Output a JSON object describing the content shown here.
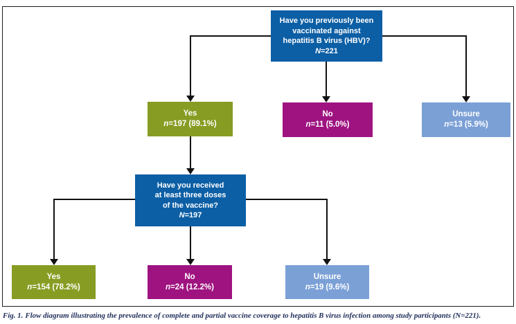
{
  "figure": {
    "caption_prefix": "Fig. 1.",
    "caption_text": "Flow diagram illustrating the prevalence of complete and partial vaccine coverage to hepatitis B virus infection among study participants (N=221)."
  },
  "colors": {
    "question_blue": "#0c5fa5",
    "yes_green": "#879c22",
    "no_magenta": "#9e1380",
    "unsure_blue": "#7ba0d6",
    "line_black": "#111111",
    "caption_navy": "#22305c"
  },
  "nodes": {
    "q1": {
      "lines": [
        "Have you previously been",
        "vaccinated against",
        "hepatitis B virus (HBV)?"
      ],
      "n_label": "N",
      "n_value": "=221"
    },
    "yes1": {
      "label": "Yes",
      "n_label": "n",
      "n_value": "=197 (89.1%)"
    },
    "no1": {
      "label": "No",
      "n_label": "n",
      "n_value": "=11 (5.0%)"
    },
    "unsure1": {
      "label": "Unsure",
      "n_label": "n",
      "n_value": "=13 (5.9%)"
    },
    "q2": {
      "lines": [
        "Have you received",
        "at least three doses",
        "of the vaccine?"
      ],
      "n_label": "N",
      "n_value": "=197"
    },
    "yes2": {
      "label": "Yes",
      "n_label": "n",
      "n_value": "=154 (78.2%)"
    },
    "no2": {
      "label": "No",
      "n_label": "n",
      "n_value": "=24 (12.2%)"
    },
    "unsure2": {
      "label": "Unsure",
      "n_label": "n",
      "n_value": "=19 (9.6%)"
    }
  }
}
